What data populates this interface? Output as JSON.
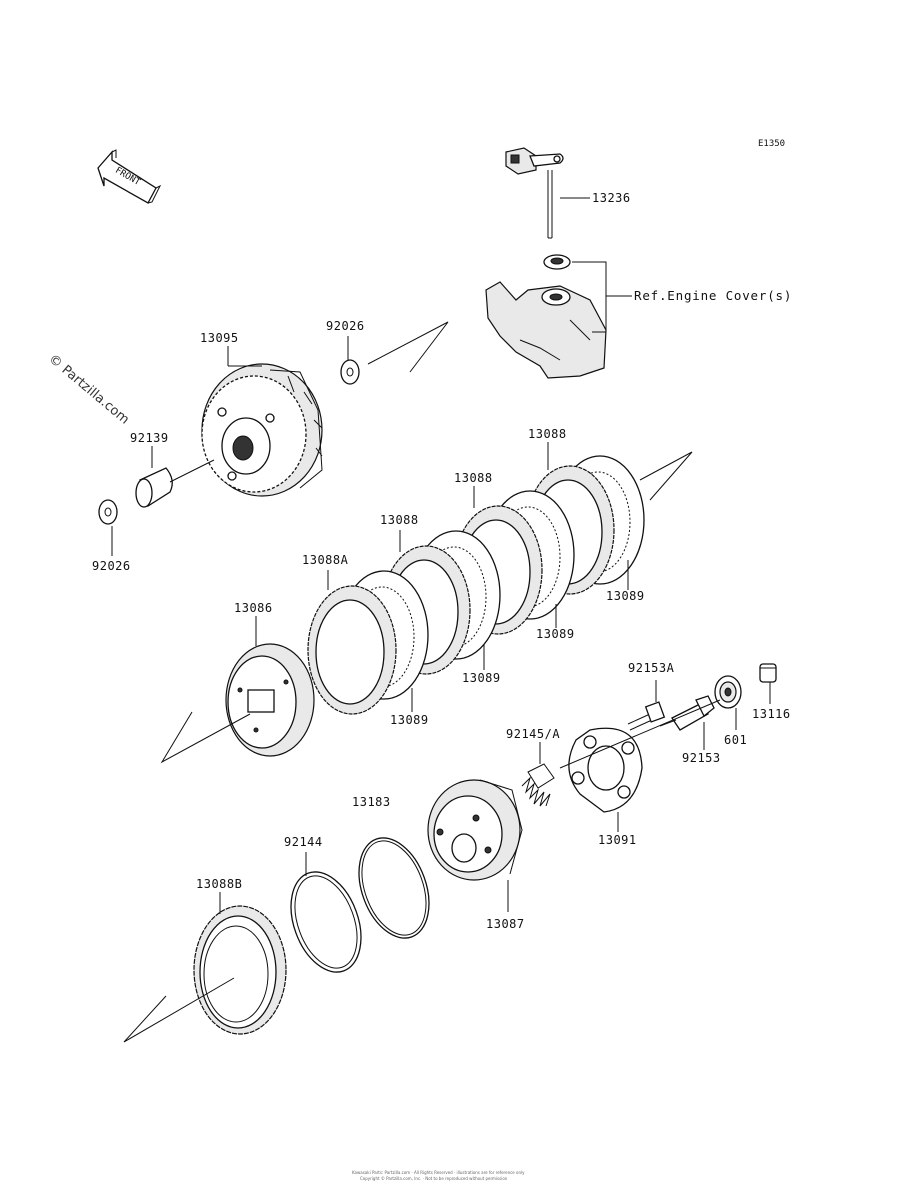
{
  "diagram_code": "E1350",
  "front_label": "FRONT",
  "watermark": "© Partzilla.com",
  "footer_lines": [
    "Kawasaki Parts: Partzilla.com · All Rights Reserved · illustrations are for reference only",
    "Copyright © Partzilla.com, Inc. · Not to be reproduced without permission"
  ],
  "labels": {
    "p13236": "13236",
    "ref_engine_cover": "Ref.Engine Cover(s)",
    "p13095": "13095",
    "p92026_top": "92026",
    "p92139": "92139",
    "p92026_bottom": "92026",
    "p13088_a": "13088",
    "p13088_b": "13088",
    "p13088_c": "13088",
    "p13088A": "13088A",
    "p13086": "13086",
    "p13089_a": "13089",
    "p13089_b": "13089",
    "p13089_c": "13089",
    "p13089_d": "13089",
    "p92153A": "92153A",
    "p13116": "13116",
    "p601": "601",
    "p92153": "92153",
    "p92145A": "92145/A",
    "p13183": "13183",
    "p92144": "92144",
    "p13091": "13091",
    "p13087": "13087",
    "p13088B": "13088B"
  }
}
